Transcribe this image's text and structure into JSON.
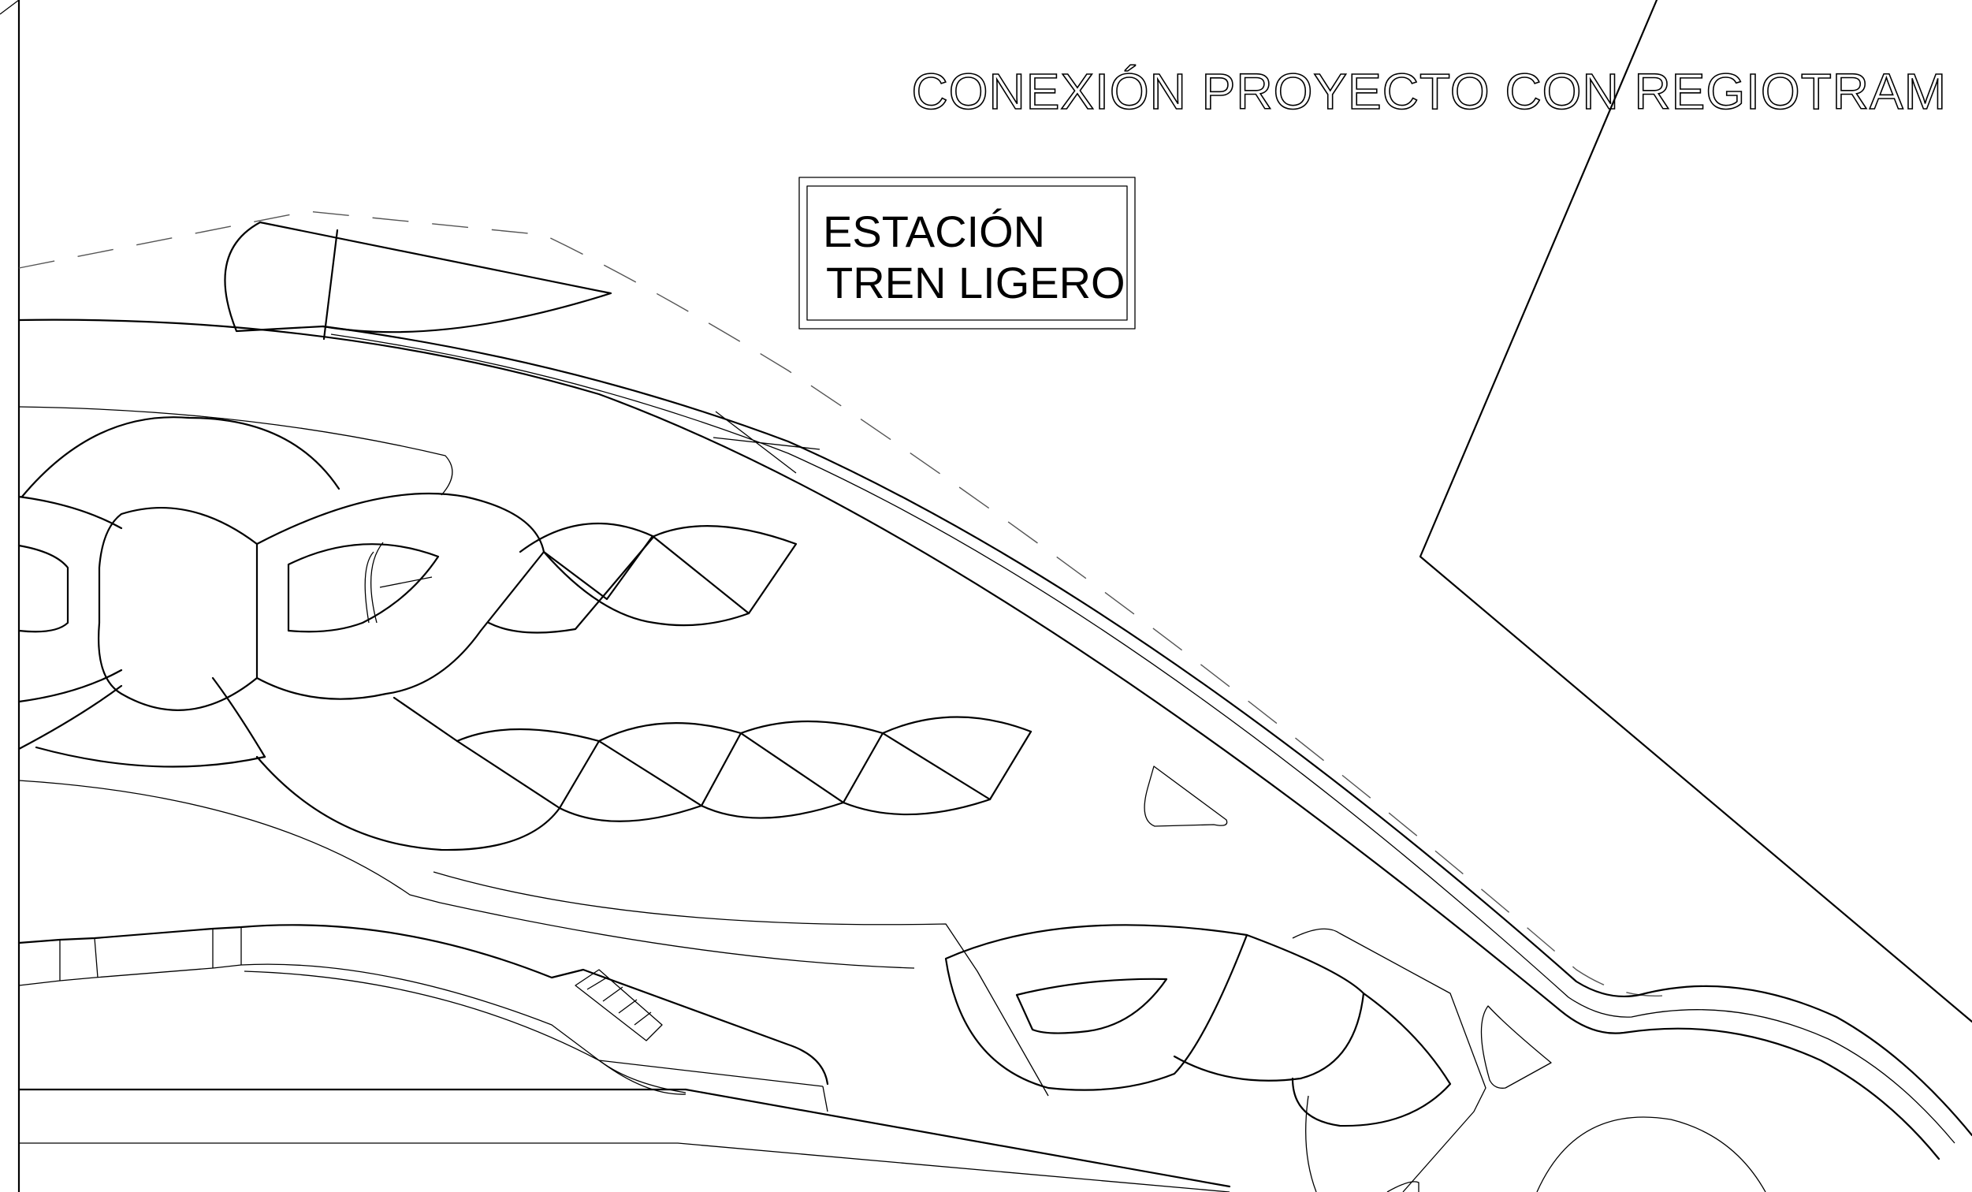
{
  "drawing": {
    "title": "CONEXIÓN PROYECTO CON REGIOTRAM",
    "station_label": {
      "line1": "ESTACIÓN",
      "line2": "TREN LIGERO"
    },
    "line_color": "#000000",
    "background_color": "#ffffff"
  }
}
